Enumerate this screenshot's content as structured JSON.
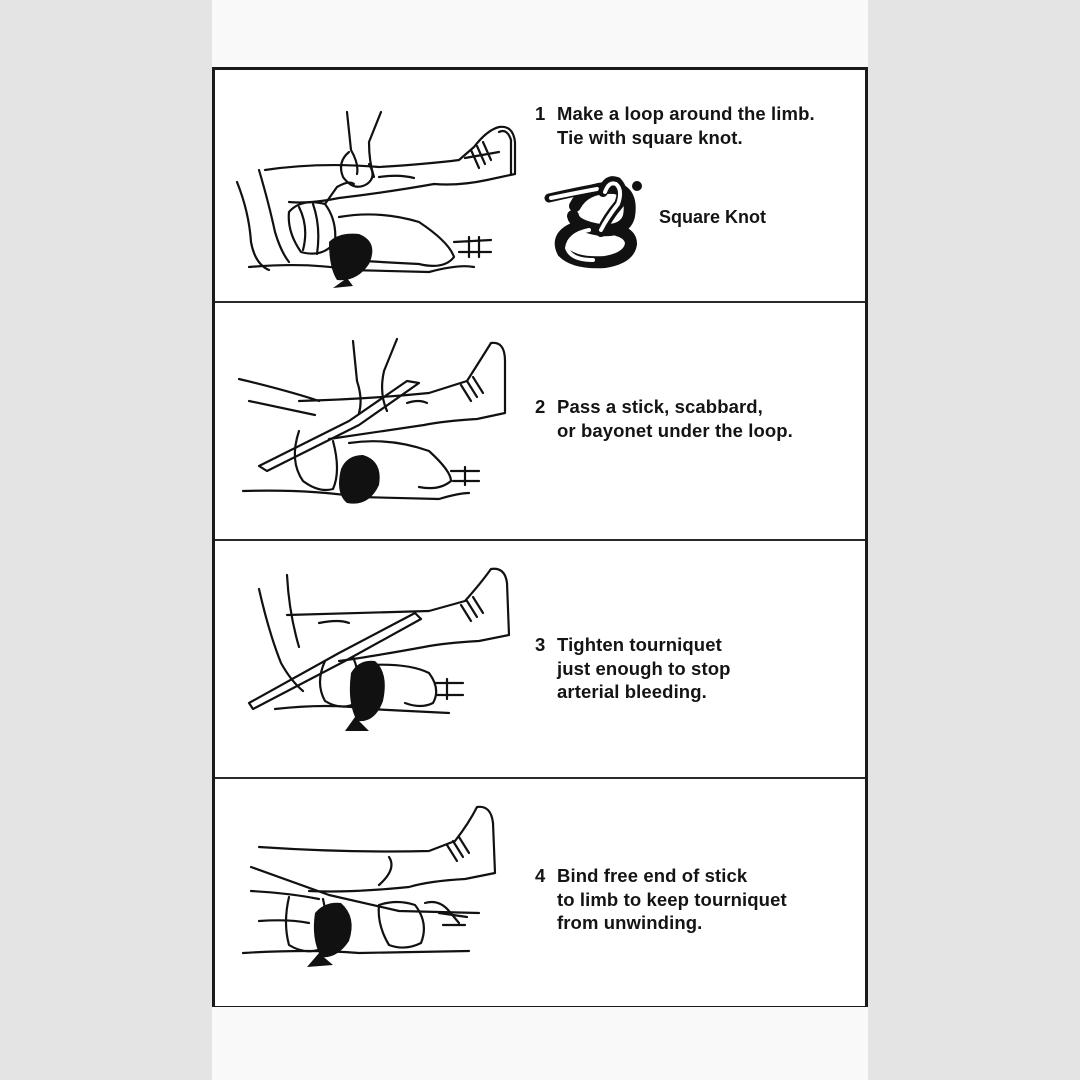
{
  "document": {
    "type": "instructional figure",
    "subject": "tourniquet application"
  },
  "steps": [
    {
      "number": "1",
      "lines": [
        "Make a loop around the limb.",
        "Tie with square knot."
      ],
      "inset": {
        "icon": "square-knot-icon",
        "label": "Square Knot"
      },
      "illustration": "hands tying cloth loop around lower leg"
    },
    {
      "number": "2",
      "lines": [
        "Pass a stick, scabbard,",
        "or bayonet under the loop."
      ],
      "illustration": "stick passed under loop on leg"
    },
    {
      "number": "3",
      "lines": [
        "Tighten tourniquet",
        "just enough to stop",
        "arterial bleeding."
      ],
      "illustration": "hand twisting stick to tighten tourniquet"
    },
    {
      "number": "4",
      "lines": [
        "Bind free end of stick",
        "to limb to keep tourniquet",
        "from unwinding."
      ],
      "illustration": "stick bound to limb"
    }
  ],
  "colors": {
    "background": "#e4e4e4",
    "page": "#f9f9f9",
    "panel": "#ffffff",
    "border": "#1a1a1a",
    "ink": "#141414"
  }
}
